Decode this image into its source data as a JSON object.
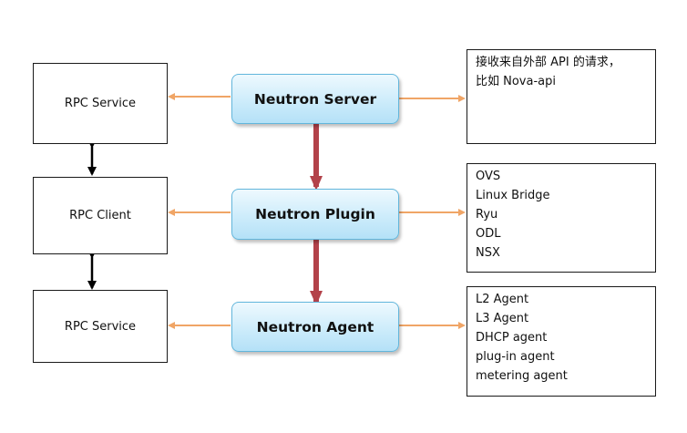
{
  "left_column": {
    "top": "RPC Service",
    "middle": "RPC Client",
    "bottom": "RPC Service"
  },
  "center_column": {
    "server": "Neutron Server",
    "plugin": "Neutron Plugin",
    "agent": "Neutron Agent"
  },
  "right_column": {
    "server_note": [
      "接收来自外部 API 的请求，",
      "比如 Nova-api"
    ],
    "plugins": [
      "OVS",
      "Linux Bridge",
      "Ryu",
      "ODL",
      "NSX"
    ],
    "agents": [
      "L2 Agent",
      "L3 Agent",
      "DHCP agent",
      "plug-in agent",
      "metering agent"
    ]
  },
  "colors": {
    "orange_arrow": "#f0a566",
    "red_arrow": "#b3424a",
    "black_arrow": "#000000",
    "box_fill": "#cdecfb",
    "box_border": "#62b6dc"
  }
}
